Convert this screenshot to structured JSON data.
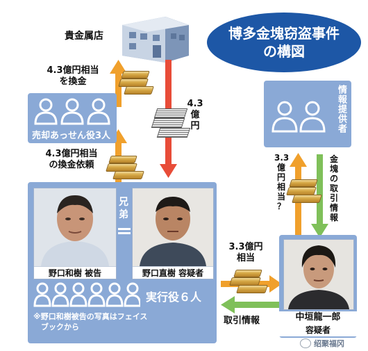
{
  "title": {
    "line1": "博多金塊窃盗事件",
    "line2": "の構図"
  },
  "store": {
    "label": "貴金属店"
  },
  "flows": {
    "exchange_top": "4.3億円相当\nを換金",
    "cash_to_group": "4.3\n億\n円",
    "exchange_request": "4.3億円相当\nの換金依頼",
    "nakagaki_to_group": "3.3億円\n相当",
    "group_to_nakagaki": "取引情報",
    "gold_to_nakagaki": "3.3\n億\n円\n相\n当\n？",
    "info_to_nakagaki": "金\n塊\nの\n取\n引\n情\n報"
  },
  "brokers": {
    "label": "売却あっせん役3人",
    "count": 3
  },
  "informant": {
    "label": "情報提供者",
    "count": 2
  },
  "executors": {
    "label": "実行役６人",
    "brothers_label": "兄\n弟",
    "person1": "野口和樹 被告",
    "person2": "野口直樹 容疑者",
    "footnote": "※野口和樹被告の写真はフェイス\n　ブックから"
  },
  "nakagaki": {
    "name": "中垣龍一郎",
    "role": "容疑者"
  },
  "watermark": "绍聚福冈",
  "colors": {
    "panel": "#8aa9d6",
    "orange": "#f0a02c",
    "red": "#e84c38",
    "green": "#7fc05a",
    "title_bg": "#1d57a6"
  }
}
